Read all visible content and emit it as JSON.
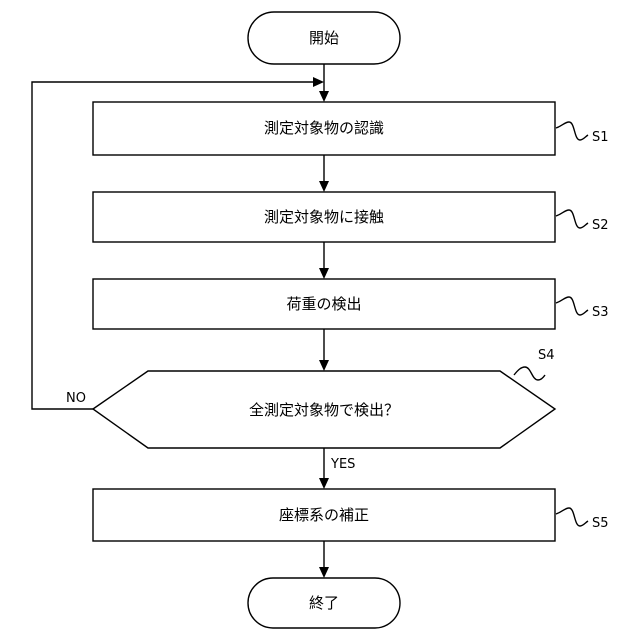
{
  "start": {
    "label": "開始"
  },
  "end": {
    "label": "終了"
  },
  "steps": [
    {
      "id": "S1",
      "label": "測定対象物の認識"
    },
    {
      "id": "S2",
      "label": "測定対象物に接触"
    },
    {
      "id": "S3",
      "label": "荷重の検出"
    },
    {
      "id": "S4",
      "label": "全測定対象物で検出？"
    },
    {
      "id": "S5",
      "label": "座標系の補正"
    }
  ],
  "branches": {
    "no": "NO",
    "yes": "YES"
  }
}
